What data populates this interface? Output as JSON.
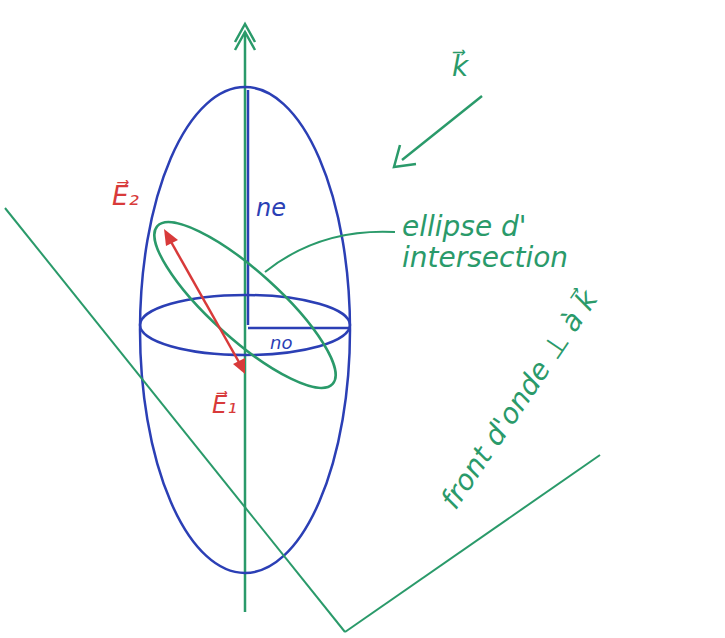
{
  "diagram": {
    "labels": [
      "ne",
      "no",
      "E⃗₂",
      "E⃗₁",
      "k⃗",
      "ellipse d' intersection",
      "front d'onde ⊥ à k⃗"
    ]
  }
}
